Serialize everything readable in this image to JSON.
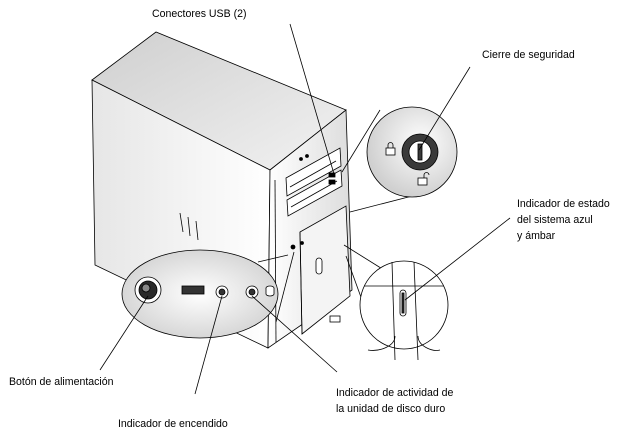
{
  "labels": {
    "usb_connectors": "Conectores USB (2)",
    "security_lock": "Cierre de seguridad",
    "status_indicator_line1": "Indicador de estado",
    "status_indicator_line2": "del sistema azul",
    "status_indicator_line3": "y ámbar",
    "power_button": "Botón de alimentación",
    "power_indicator": "Indicador de encendido",
    "hdd_activity_line1": "Indicador de actividad de",
    "hdd_activity_line2": "la unidad de disco duro"
  },
  "colors": {
    "line": "#000000",
    "shade": "#d8d8d8",
    "shade_dark": "#bdbdbd",
    "background": "#ffffff"
  }
}
